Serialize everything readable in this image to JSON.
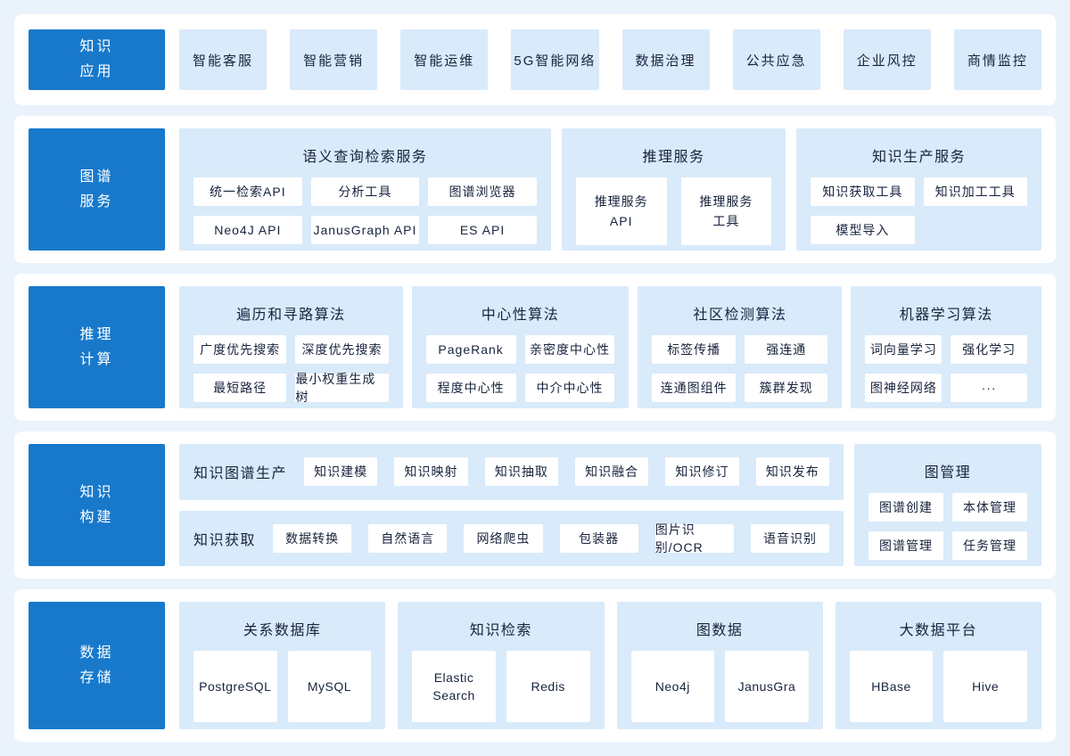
{
  "theme": {
    "page_bg": "#eaf3fc",
    "band_bg": "#ffffff",
    "accent_blue": "#1879cb",
    "panel_blue": "#d9eafa",
    "box_white": "#ffffff",
    "text_dark": "#17233d",
    "text_on_blue": "#ffffff"
  },
  "bands": [
    {
      "name": "knowledge-application",
      "label": {
        "line1": "知识",
        "line2": "应用"
      },
      "items": [
        "智能客服",
        "智能营销",
        "智能运维",
        "5G智能网络",
        "数据治理",
        "公共应急",
        "企业风控",
        "商情监控"
      ]
    },
    {
      "name": "graph-services",
      "label": {
        "line1": "图谱",
        "line2": "服务"
      },
      "panels": [
        {
          "title": "语义查询检索服务",
          "items": [
            "统一检索API",
            "分析工具",
            "图谱浏览器",
            "Neo4J API",
            "JanusGraph API",
            "ES API"
          ]
        },
        {
          "title": "推理服务",
          "items": [
            {
              "line1": "推理服务",
              "line2": "API"
            },
            {
              "line1": "推理服务",
              "line2": "工具"
            }
          ]
        },
        {
          "title": "知识生产服务",
          "items": [
            "知识获取工具",
            "知识加工工具",
            "模型导入"
          ]
        }
      ]
    },
    {
      "name": "reasoning-computing",
      "label": {
        "line1": "推理",
        "line2": "计算"
      },
      "panels": [
        {
          "title": "遍历和寻路算法",
          "items": [
            "广度优先搜索",
            "深度优先搜索",
            "最短路径",
            "最小权重生成树"
          ]
        },
        {
          "title": "中心性算法",
          "items": [
            "PageRank",
            "亲密度中心性",
            "程度中心性",
            "中介中心性"
          ]
        },
        {
          "title": "社区检测算法",
          "items": [
            "标签传播",
            "强连通",
            "连通图组件",
            "簇群发现"
          ]
        },
        {
          "title": "机器学习算法",
          "items": [
            "词向量学习",
            "强化学习",
            "图神经网络",
            "···"
          ]
        }
      ]
    },
    {
      "name": "knowledge-construction",
      "label": {
        "line1": "知识",
        "line2": "构建"
      },
      "rows": [
        {
          "label": "知识图谱生产",
          "items": [
            "知识建模",
            "知识映射",
            "知识抽取",
            "知识融合",
            "知识修订",
            "知识发布"
          ]
        },
        {
          "label": "知识获取",
          "items": [
            "数据转换",
            "自然语言",
            "网络爬虫",
            "包装器",
            "图片识别/OCR",
            "语音识别"
          ]
        }
      ],
      "side_panel": {
        "title": "图管理",
        "items": [
          "图谱创建",
          "本体管理",
          "图谱管理",
          "任务管理"
        ]
      }
    },
    {
      "name": "data-storage",
      "label": {
        "line1": "数据",
        "line2": "存储"
      },
      "panels": [
        {
          "title": "关系数据库",
          "items": [
            "PostgreSQL",
            "MySQL"
          ]
        },
        {
          "title": "知识检索",
          "items": [
            {
              "line1": "Elastic",
              "line2": "Search"
            },
            "Redis"
          ]
        },
        {
          "title": "图数据",
          "items": [
            "Neo4j",
            "JanusGra"
          ]
        },
        {
          "title": "大数据平台",
          "items": [
            "HBase",
            "Hive"
          ]
        }
      ]
    }
  ]
}
